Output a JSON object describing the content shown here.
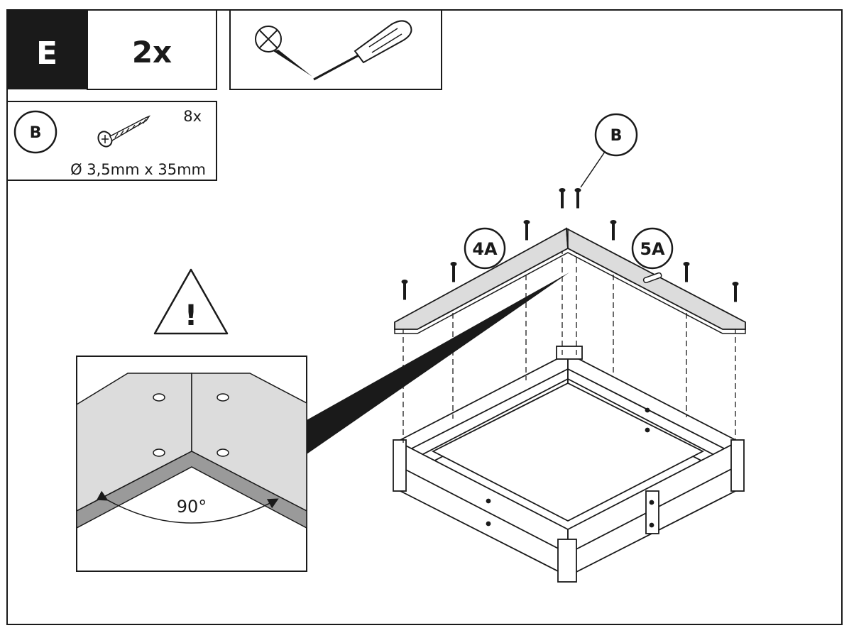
{
  "step": {
    "letter": "E",
    "quantity": "2x"
  },
  "tools": {
    "no_drill_icon": "crossed-circle-icon",
    "tool_icon": "screwdriver-icon"
  },
  "hardware": {
    "label": "B",
    "count": "8x",
    "size": "Ø 3,5mm x 35mm",
    "icon": "screw-icon"
  },
  "callouts": {
    "screw_label": "B",
    "part_left": "4A",
    "part_right": "5A"
  },
  "warning": {
    "icon": "warning-triangle-icon",
    "glyph": "!"
  },
  "detail": {
    "angle": "90°"
  },
  "colors": {
    "ink": "#1a1a1a",
    "panel_grey": "#d9d9d9",
    "edge_grey": "#9a9a9a",
    "step_box": "#1a1a1a"
  }
}
